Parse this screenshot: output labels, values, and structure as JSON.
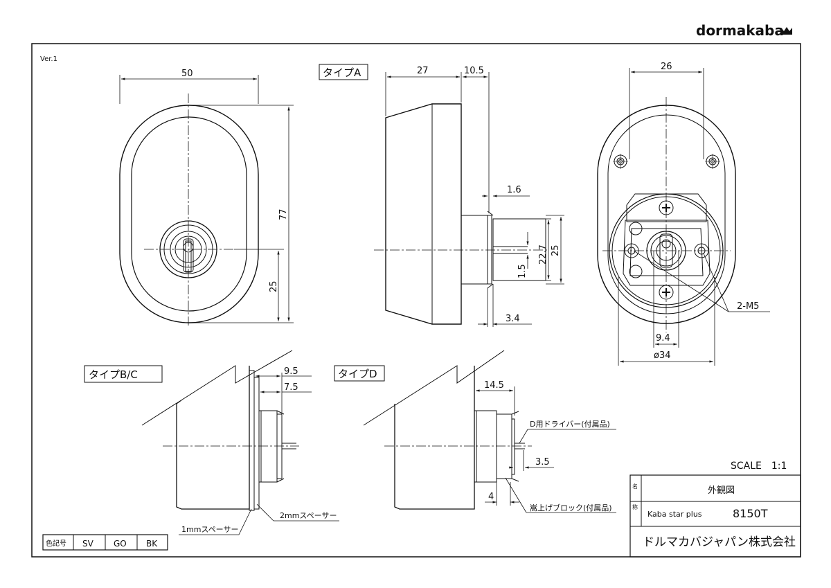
{
  "header": {
    "brand": "dormakaba",
    "version": "Ver.1"
  },
  "views": {
    "type_a": "タイプA",
    "type_bc": "タイプB/C",
    "type_d": "タイプD"
  },
  "dimensions": {
    "front_width": "50",
    "front_height": "77",
    "front_cyl_height": "25",
    "side_body": "27",
    "side_proj": "10.5",
    "side_16": "1.6",
    "side_227": "22.7",
    "side_15": "1.5",
    "side_25": "25",
    "side_34": "3.4",
    "back_width": "26",
    "back_94": "9.4",
    "back_dia": "ø34",
    "back_screws": "2-M5",
    "bc_95": "9.5",
    "bc_75": "7.5",
    "d_145": "14.5",
    "d_35": "3.5",
    "d_4": "4"
  },
  "notes": {
    "spacer_1mm": "1mmスペーサー",
    "spacer_2mm": "2mmスペーサー",
    "driver": "D用ドライバー(付属品)",
    "block": "嵩上げブロック(付属品)"
  },
  "title_block": {
    "scale": "SCALE　1:1",
    "name_mark": "名",
    "title_mark": "称",
    "name": "外観図",
    "product": "Kaba star plus",
    "model": "8150T",
    "company": "ドルマカバジャパン株式会社"
  },
  "color_table": {
    "header": "色記号",
    "codes": [
      "SV",
      "GO",
      "BK"
    ]
  }
}
